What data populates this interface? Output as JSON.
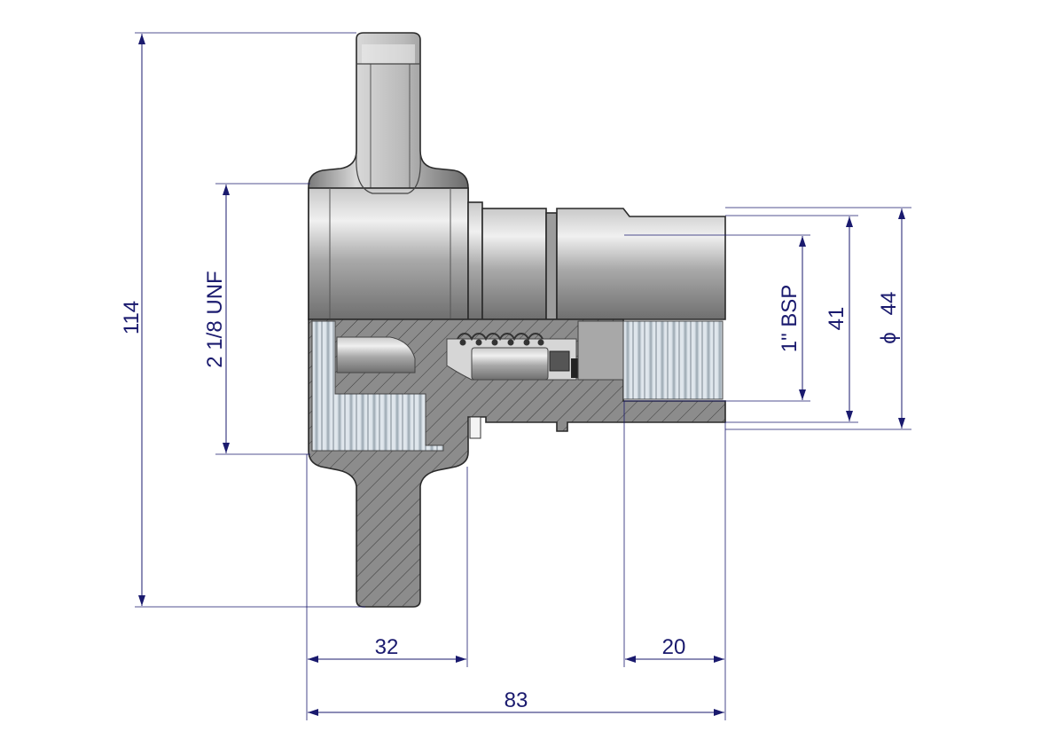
{
  "dimensions": {
    "overall_height": "114",
    "thread_unf": "2 1/8 UNF",
    "thread_bsp": "1\" BSP",
    "outlet_bore": "41",
    "outlet_diameter": "44",
    "diameter_symbol": "ϕ",
    "flange_length": "32",
    "outlet_length": "20",
    "overall_length": "83"
  },
  "colors": {
    "dimension_line": "#1a1a6e",
    "metal_light": "#d4d4d4",
    "metal_mid": "#a0a0a0",
    "metal_dark": "#6a6a6a",
    "section_fill": "#8a8a8a",
    "hatch": "#3a3a3a"
  }
}
